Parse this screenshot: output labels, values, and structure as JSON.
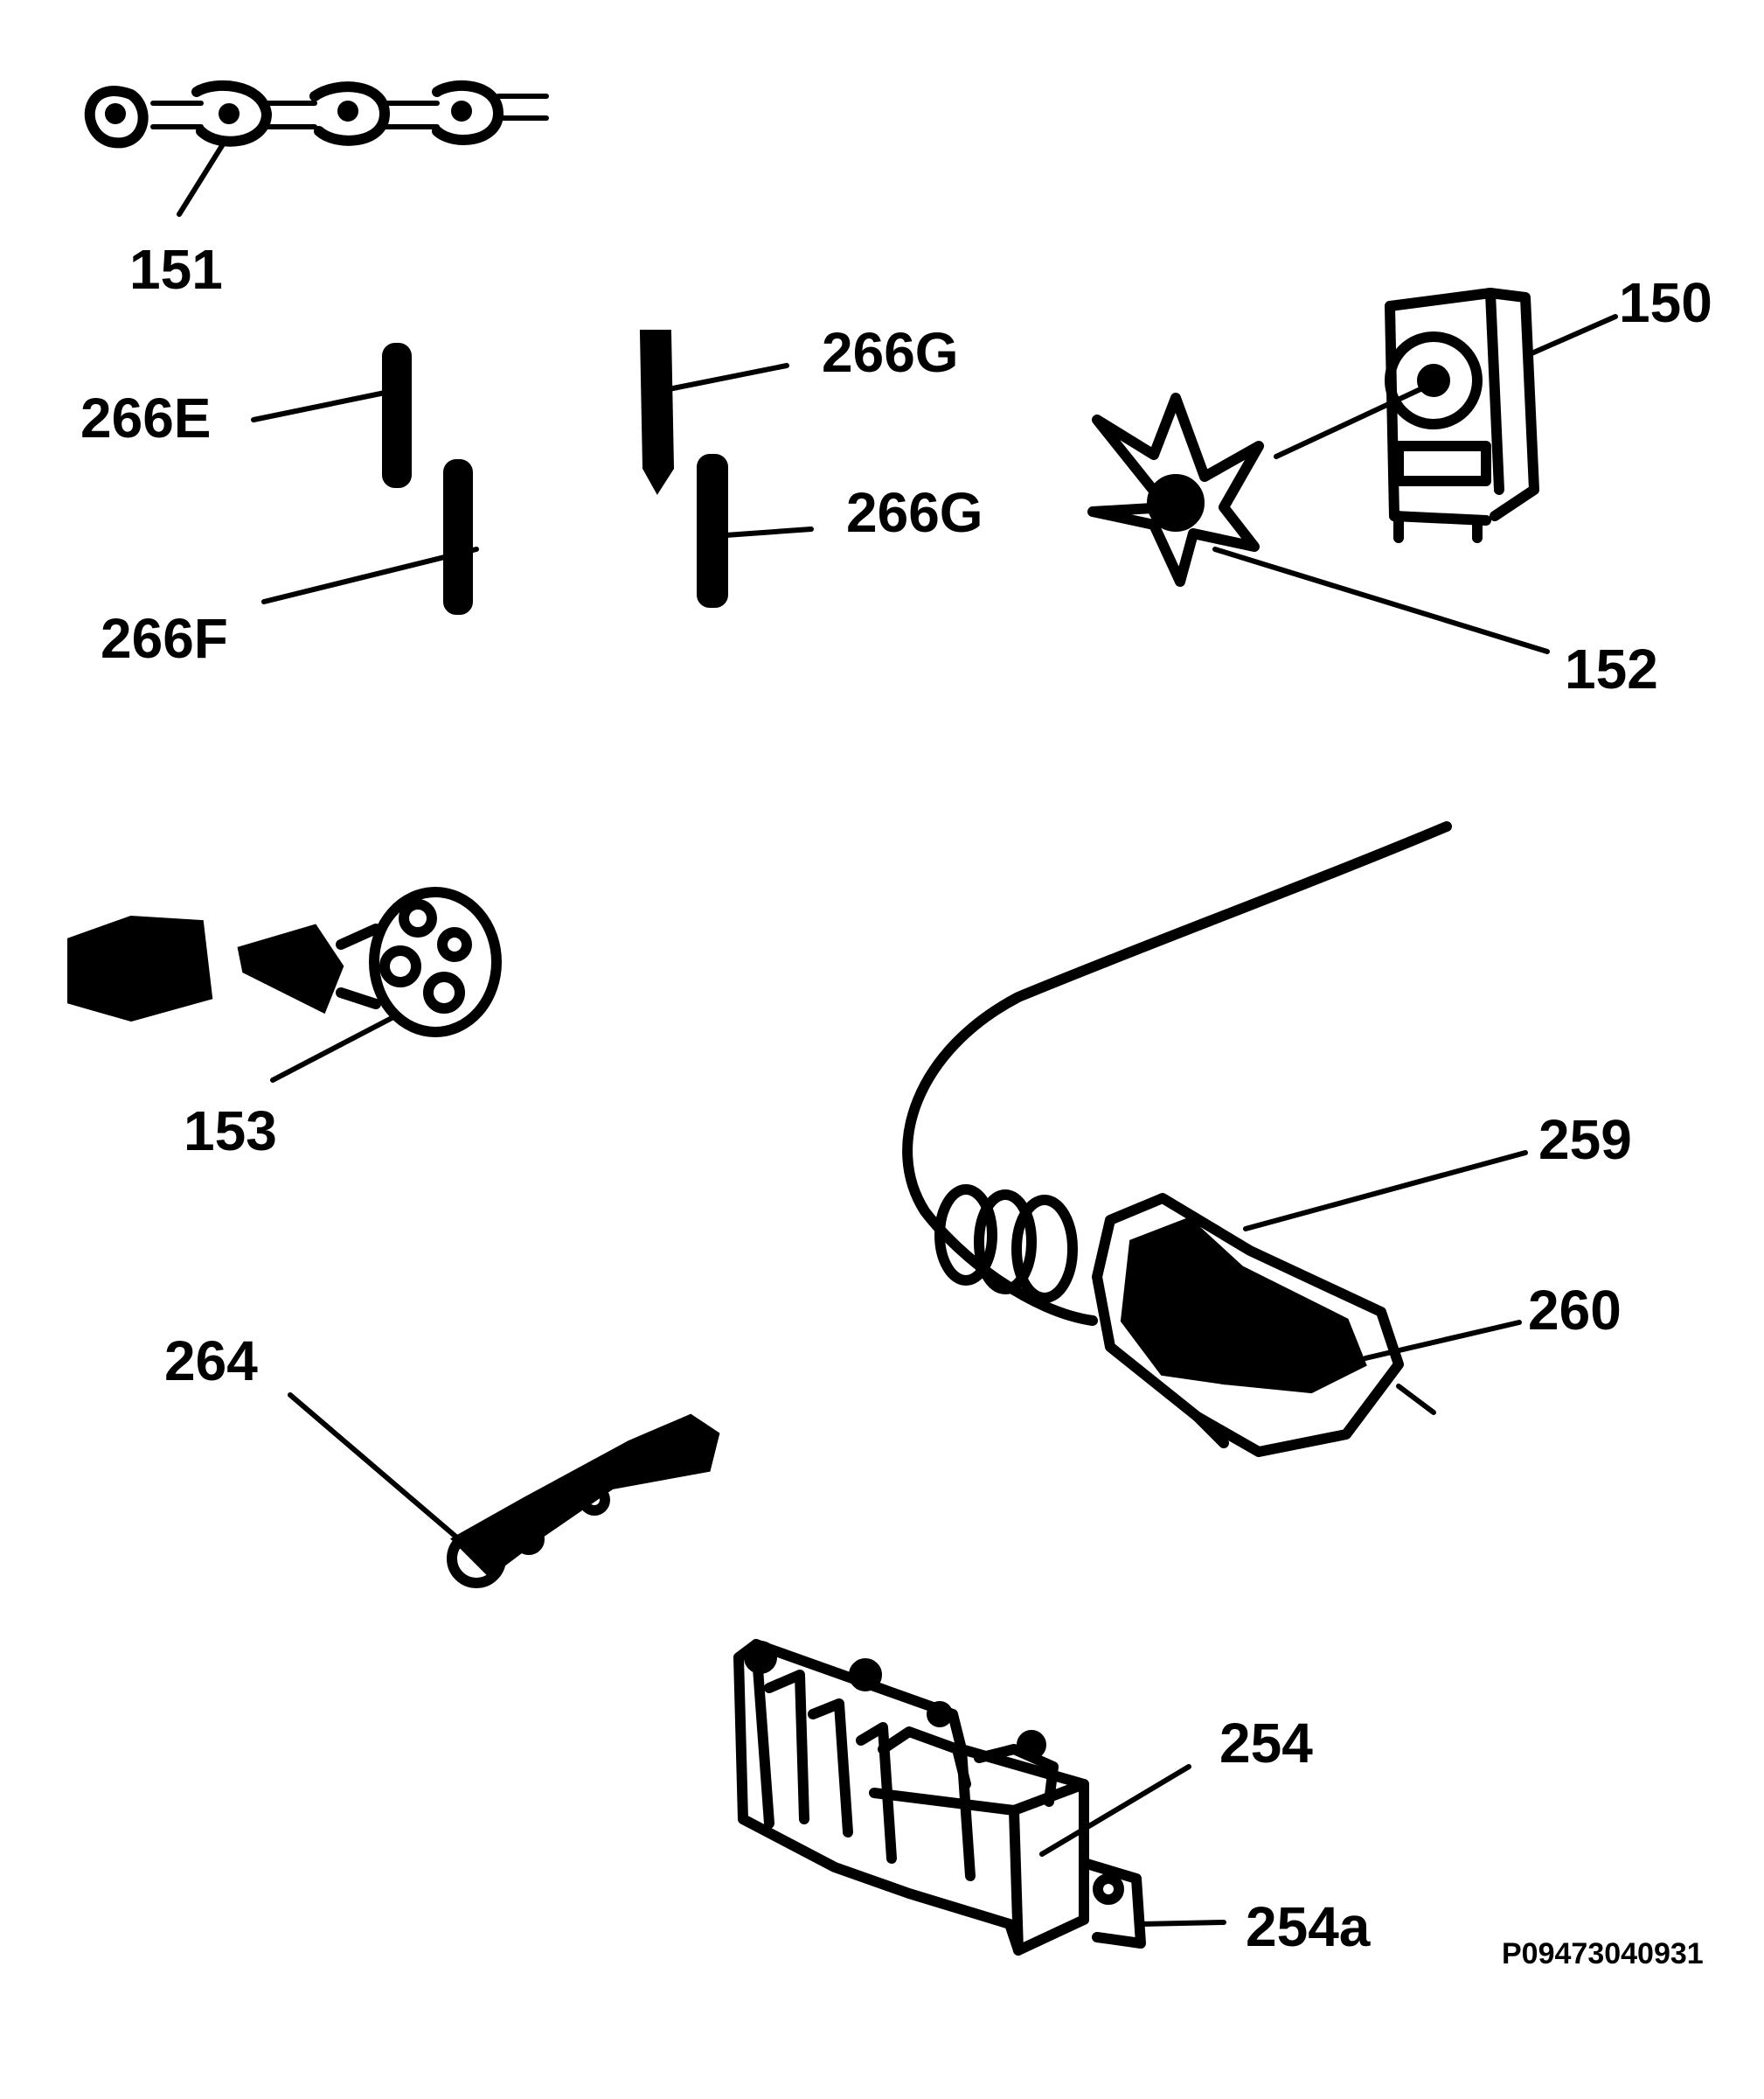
{
  "labels": {
    "l151": "151",
    "l150": "150",
    "l266E": "266E",
    "l266G_a": "266G",
    "l266G_b": "266G",
    "l266F": "266F",
    "l152": "152",
    "l153": "153",
    "l259": "259",
    "l260": "260",
    "l264": "264",
    "l254": "254",
    "l254a": "254a"
  },
  "drawing_code": "P09473040931"
}
